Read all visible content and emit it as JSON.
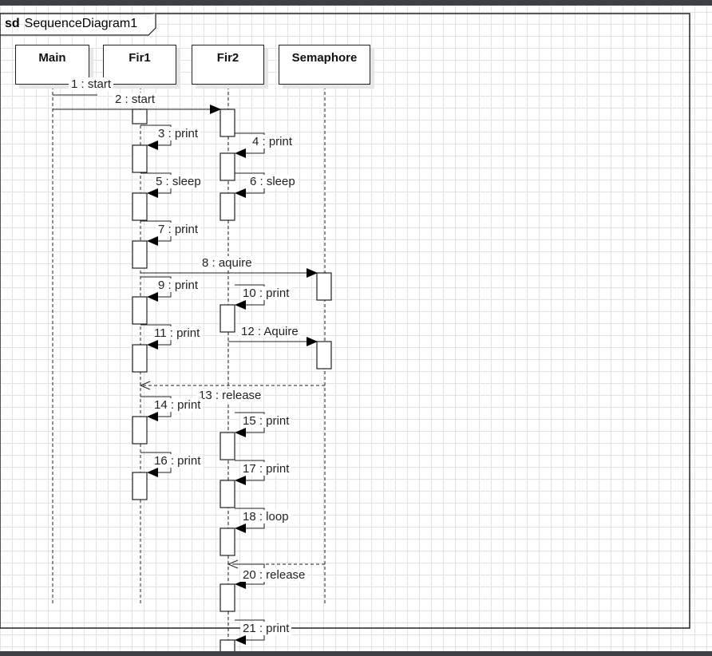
{
  "frame": {
    "keyword": "sd",
    "name": "SequenceDiagram1"
  },
  "lifelines": [
    {
      "id": "main",
      "label": "Main"
    },
    {
      "id": "fir1",
      "label": "Fir1"
    },
    {
      "id": "fir2",
      "label": "Fir2"
    },
    {
      "id": "semaphore",
      "label": "Semaphore"
    }
  ],
  "messages": [
    {
      "label": "1 : start",
      "from": "main",
      "to": "fir1",
      "kind": "sync"
    },
    {
      "label": "2 : start",
      "from": "main",
      "to": "fir2",
      "kind": "sync"
    },
    {
      "label": "3 : print",
      "from": "fir1",
      "to": "fir1",
      "kind": "self"
    },
    {
      "label": "4 : print",
      "from": "fir2",
      "to": "fir2",
      "kind": "self"
    },
    {
      "label": "5 : sleep",
      "from": "fir1",
      "to": "fir1",
      "kind": "self"
    },
    {
      "label": "6 : sleep",
      "from": "fir2",
      "to": "fir2",
      "kind": "self"
    },
    {
      "label": "7 : print",
      "from": "fir1",
      "to": "fir1",
      "kind": "self"
    },
    {
      "label": "8 : aquire",
      "from": "fir1",
      "to": "semaphore",
      "kind": "sync"
    },
    {
      "label": "9 : print",
      "from": "fir1",
      "to": "fir1",
      "kind": "self"
    },
    {
      "label": "10 : print",
      "from": "fir2",
      "to": "fir2",
      "kind": "self"
    },
    {
      "label": "11 : print",
      "from": "fir1",
      "to": "fir1",
      "kind": "self"
    },
    {
      "label": "12 : Aquire",
      "from": "fir2",
      "to": "semaphore",
      "kind": "sync"
    },
    {
      "label": "13 : release",
      "from": "semaphore",
      "to": "fir1",
      "kind": "reply"
    },
    {
      "label": "14 : print",
      "from": "fir1",
      "to": "fir1",
      "kind": "self"
    },
    {
      "label": "15 : print",
      "from": "fir2",
      "to": "fir2",
      "kind": "self"
    },
    {
      "label": "16 : print",
      "from": "fir1",
      "to": "fir1",
      "kind": "self"
    },
    {
      "label": "17 : print",
      "from": "fir2",
      "to": "fir2",
      "kind": "self"
    },
    {
      "label": "18 : loop",
      "from": "fir2",
      "to": "fir2",
      "kind": "self"
    },
    {
      "label": "20 : release",
      "from": "semaphore",
      "to": "fir2",
      "kind": "reply"
    },
    {
      "label": "21 : print",
      "from": "fir2",
      "to": "fir2",
      "kind": "self"
    }
  ]
}
